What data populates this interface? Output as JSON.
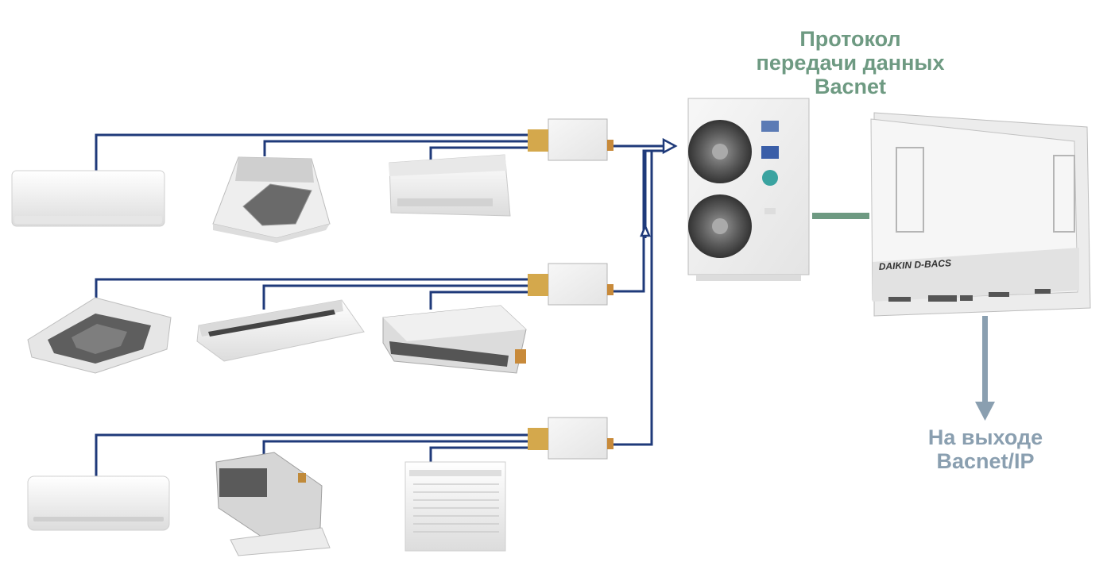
{
  "colors": {
    "pipe": "#1f3a7a",
    "protocol_text": "#6e9a82",
    "protocol_link": "#6e9a82",
    "output_text": "#8a9fb0",
    "output_arrow": "#8a9fb0",
    "unit_body": "#f2f2f2",
    "unit_edge": "#c9c9c9",
    "fan_dark": "#4a4a4a"
  },
  "labels": {
    "protocol": [
      "Протокол",
      "передачи данных",
      "Bacnet"
    ],
    "output": [
      "На выходе",
      "Bacnet/IP"
    ],
    "controller_brand": "DAIKIN D-BACS"
  },
  "indoor_units": [
    {
      "id": "wall-unit-1",
      "type": "wall-mounted",
      "icon": "wall-split-icon"
    },
    {
      "id": "cassette-1",
      "type": "cassette",
      "icon": "cassette-icon"
    },
    {
      "id": "floor-ceiling-1",
      "type": "floor-ceiling",
      "icon": "floor-ceiling-icon"
    },
    {
      "id": "cassette-round-1",
      "type": "round-flow-cassette",
      "icon": "cassette-icon"
    },
    {
      "id": "ceiling-suspended-1",
      "type": "ceiling-suspended",
      "icon": "ceiling-suspended-icon"
    },
    {
      "id": "ducted-1",
      "type": "ducted",
      "icon": "ducted-icon"
    },
    {
      "id": "wall-unit-2",
      "type": "wall-mounted",
      "icon": "wall-split-icon"
    },
    {
      "id": "ducted-high-1",
      "type": "ducted-high-pressure",
      "icon": "ducted-icon"
    },
    {
      "id": "floor-standing-1",
      "type": "floor-standing",
      "icon": "floor-standing-icon"
    }
  ],
  "branch_boxes": [
    {
      "id": "branch-box-1",
      "icon": "branch-selector-icon"
    },
    {
      "id": "branch-box-2",
      "icon": "branch-selector-icon"
    },
    {
      "id": "branch-box-3",
      "icon": "branch-selector-icon"
    }
  ],
  "outdoor_unit": {
    "icon": "outdoor-unit-icon",
    "fans": 2
  },
  "controller": {
    "icon": "bacnet-interface-icon"
  }
}
